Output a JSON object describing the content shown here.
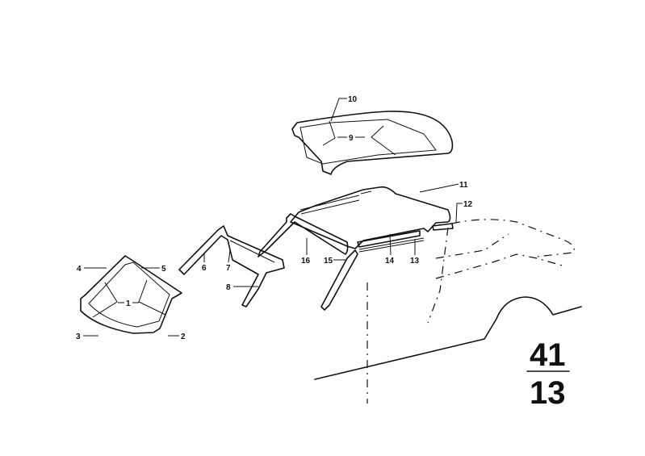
{
  "diagram": {
    "callouts": {
      "c1": "1",
      "c2": "2",
      "c3": "3",
      "c4": "4",
      "c5": "5",
      "c6": "6",
      "c7": "7",
      "c8": "8",
      "c9": "9",
      "c10": "10",
      "c11": "11",
      "c12": "12",
      "c13": "13",
      "c14": "14",
      "c15": "15",
      "c16": "16"
    },
    "page_number": {
      "top": "41",
      "bottom": "13"
    }
  }
}
